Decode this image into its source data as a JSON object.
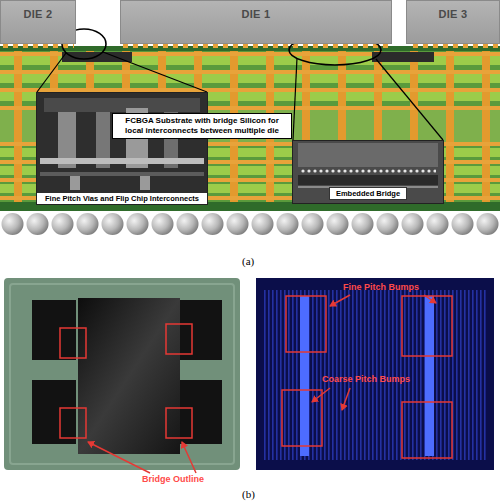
{
  "diagram": {
    "nodes": [
      {
        "text": [
          "DIE 2"
        ]
      },
      {
        "text": [
          "DIE 1"
        ]
      },
      {
        "text": [
          "DIE 3"
        ]
      },
      {
        "text": [
          "Fine Pitch Vias and Flip Chip Interconnects"
        ]
      },
      {
        "text": [
          "FCBGA Substrate with bridge Silicon for local interconnects between multiple die"
        ]
      },
      {
        "text": [
          "Embedded Bridge"
        ]
      }
    ],
    "labels": [
      "(a)",
      "Fine Pitch Bumps",
      "Coarse Pitch Bumps",
      "Bridge Outline",
      "(b)"
    ]
  }
}
